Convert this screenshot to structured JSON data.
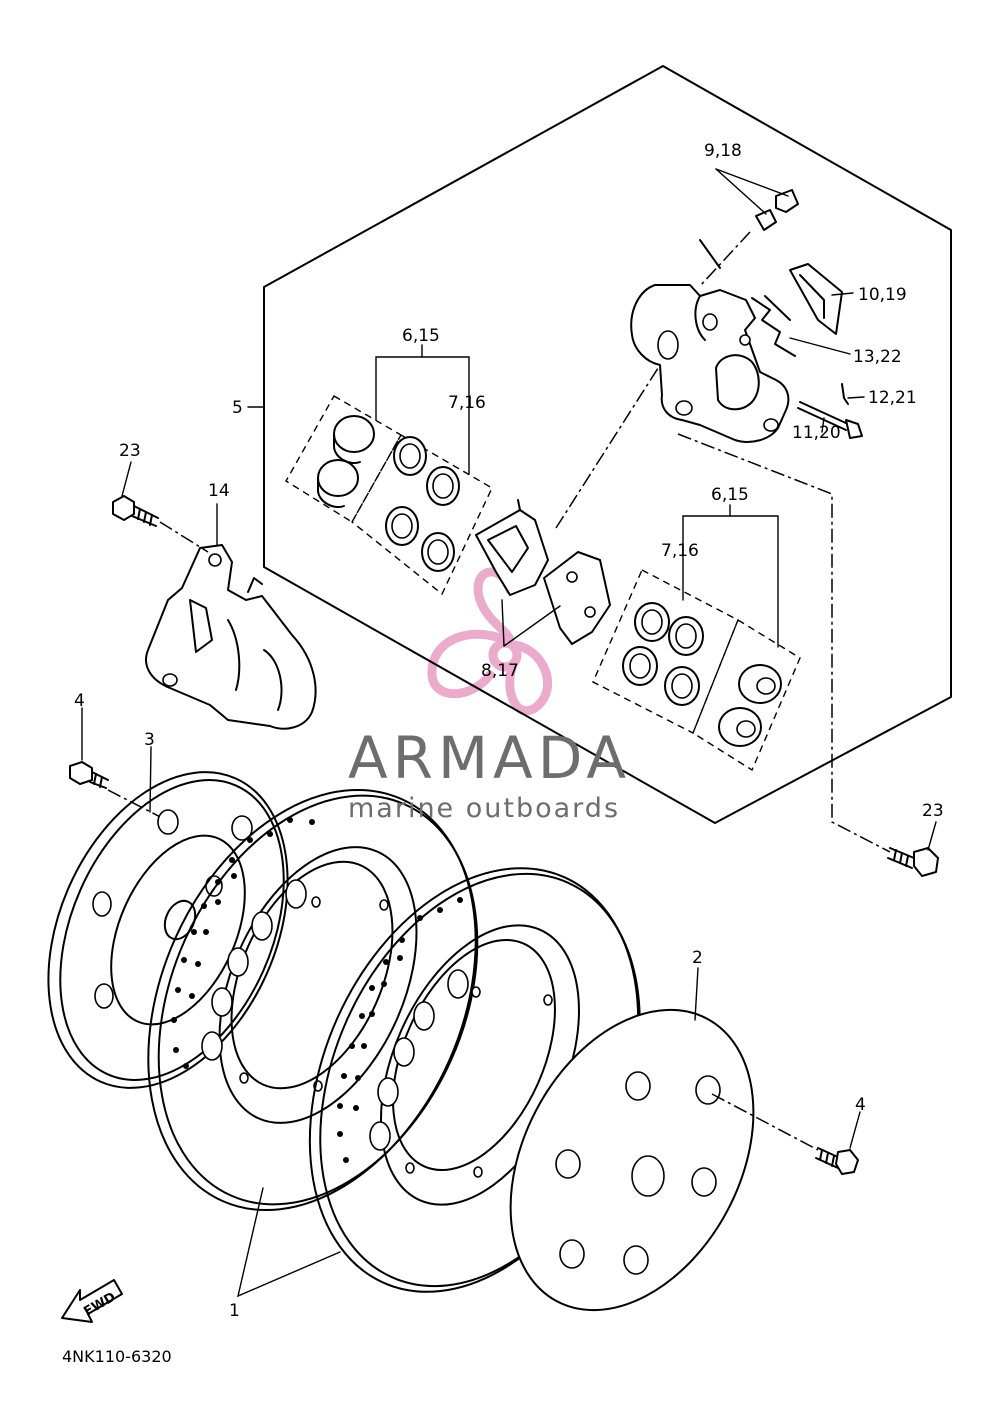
{
  "diagram": {
    "part_code": "4NK110-6320",
    "fwd_label": "FWD",
    "callouts": [
      {
        "key": "c_9_18",
        "label": "9,18"
      },
      {
        "key": "c_10_19",
        "label": "10,19"
      },
      {
        "key": "c_13_22",
        "label": "13,22"
      },
      {
        "key": "c_12_21",
        "label": "12,21"
      },
      {
        "key": "c_11_20",
        "label": "11,20"
      },
      {
        "key": "c_6_15_a",
        "label": "6,15"
      },
      {
        "key": "c_7_16_a",
        "label": "7,16"
      },
      {
        "key": "c_5",
        "label": "5"
      },
      {
        "key": "c_6_15_b",
        "label": "6,15"
      },
      {
        "key": "c_7_16_b",
        "label": "7,16"
      },
      {
        "key": "c_8_17",
        "label": "8,17"
      },
      {
        "key": "c_23_a",
        "label": "23"
      },
      {
        "key": "c_14",
        "label": "14"
      },
      {
        "key": "c_4_a",
        "label": "4"
      },
      {
        "key": "c_3",
        "label": "3"
      },
      {
        "key": "c_23_b",
        "label": "23"
      },
      {
        "key": "c_2",
        "label": "2"
      },
      {
        "key": "c_4_b",
        "label": "4"
      },
      {
        "key": "c_1",
        "label": "1"
      }
    ]
  },
  "watermark": {
    "title": "ARMADA",
    "subtitle": "marine outboards",
    "logo_color": "#e8a2c8",
    "text_color": "#6d6d6d"
  }
}
